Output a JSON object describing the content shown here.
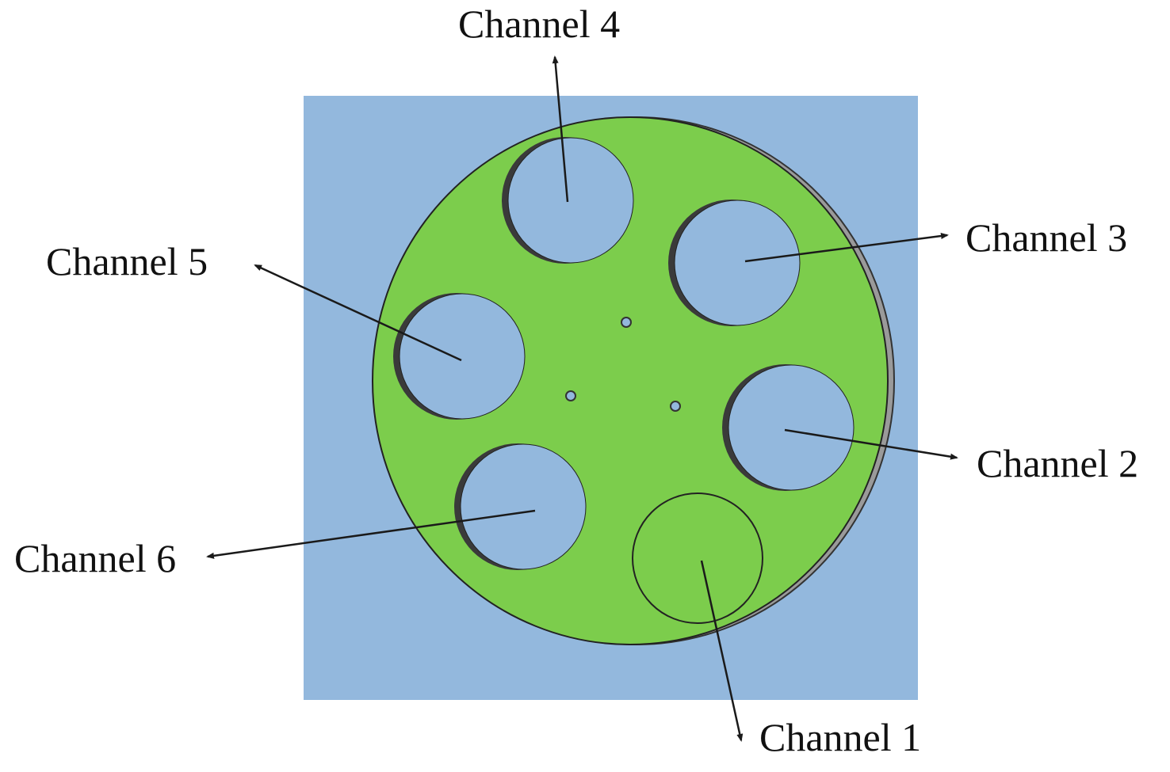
{
  "colors": {
    "plate": "#93b8dd",
    "disk": "#7ccd4c",
    "hole": "#93b8dd",
    "line": "#1a1a1a"
  },
  "channels": [
    {
      "id": "ch1",
      "label": "Channel 1",
      "open": false
    },
    {
      "id": "ch2",
      "label": "Channel 2",
      "open": true
    },
    {
      "id": "ch3",
      "label": "Channel 3",
      "open": true
    },
    {
      "id": "ch4",
      "label": "Channel 4",
      "open": true
    },
    {
      "id": "ch5",
      "label": "Channel 5",
      "open": true
    },
    {
      "id": "ch6",
      "label": "Channel 6",
      "open": true
    }
  ]
}
